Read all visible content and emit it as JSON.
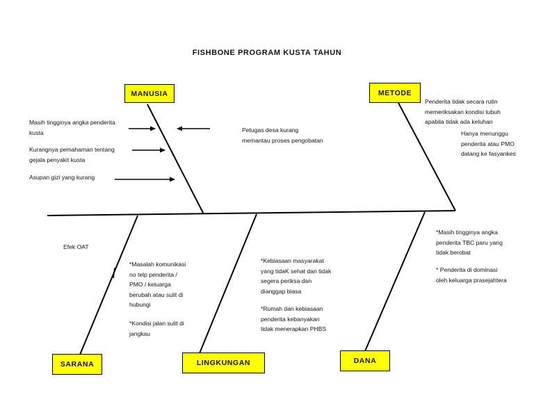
{
  "title": "FISHBONE PROGRAM KUSTA TAHUN",
  "categories": {
    "manusia": "MANUSIA",
    "metode": "METODE",
    "sarana": "SARANA",
    "lingkungan": "LINGKUNGAN",
    "dana": "DANA"
  },
  "causes": {
    "manusia_1": "Masih tingginya angka penderita\nkusta",
    "manusia_2": "Kurangnya pemahaman tentang\ngejala penyakit kusta",
    "manusia_3": "Asupan gizi yang kurang",
    "manusia_4": "Petugas desa kurang\nmemantau proses pengobatan",
    "metode_1": "Penderita tidak secara rutin\nmemeriksakan kondisi tubuh\napabila tidak ada keluhan",
    "metode_2": "Hanya menunggu\npenderita atau PMO\ndatang ke fasyankes",
    "sarana_1": "Efek OAT",
    "sarana_2": "*Masalah komunikasi\nno telp penderita /\nPMO / keluarga\nberubah atau sulit di\nhubungi",
    "sarana_3": "*Kondisi jalan sulit di\njangkau",
    "lingkungan_1": "*Kebiasaan masyarakat\nyang tidaK sehat dan tidak\nsegera periksa dan\ndianggap biasa",
    "lingkungan_2": "*Rumah dan kebiasaan\npenderita kebanyakan\ntidak menerapkan PHBS",
    "dana_1": "*Masih tingginya angka\npenderita TBC paru yang\ntidak berobat",
    "dana_2": "* Penderita di dominasi\noleh keluarga prasejahtera"
  },
  "colors": {
    "box_fill": "#ffff00",
    "line": "#000000"
  }
}
